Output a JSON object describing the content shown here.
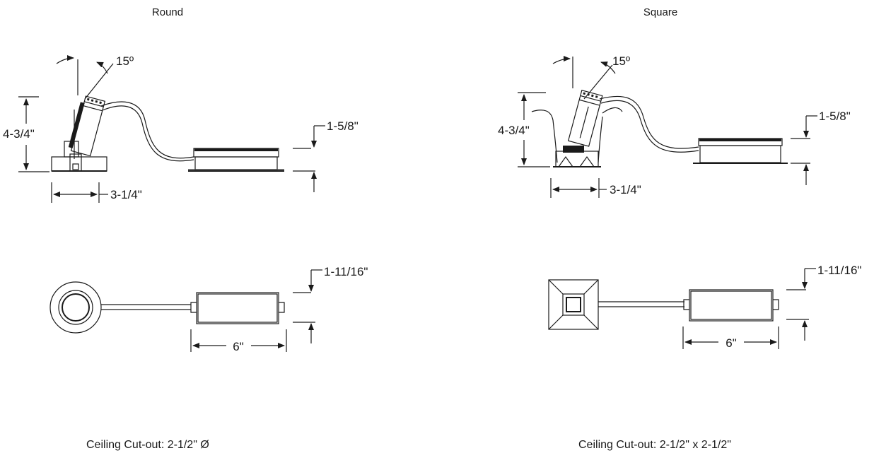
{
  "round": {
    "title": "Round",
    "tilt": "15º",
    "height": "4-3/4\"",
    "width": "3-1/4\"",
    "driver_height": "1-5/8\"",
    "driver_width": "1-11/16\"",
    "driver_length": "6\"",
    "cutout": "Ceiling Cut-out: 2-1/2\" Ø"
  },
  "square": {
    "title": "Square",
    "tilt": "15º",
    "height": "4-3/4\"",
    "width": "3-1/4\"",
    "driver_height": "1-5/8\"",
    "driver_width": "1-11/16\"",
    "driver_length": "6\"",
    "cutout": "Ceiling Cut-out: 2-1/2\" x 2-1/2\""
  }
}
